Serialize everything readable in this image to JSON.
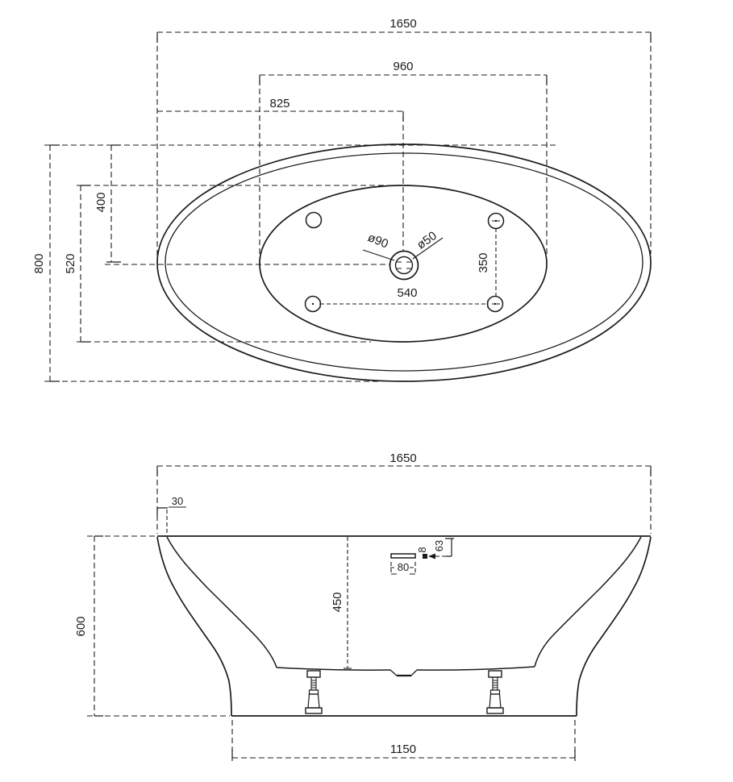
{
  "drawing": {
    "type": "bathtub technical dimension drawing",
    "colors": {
      "line": "#1b1b1b",
      "background": "#ffffff"
    }
  },
  "top_view": {
    "dims": {
      "overall_length": "1650",
      "basin_length": "960",
      "drain_from_left": "825",
      "overall_width": "800",
      "basin_width": "520",
      "drain_from_edge": "400",
      "holes_spacing_vertical": "350",
      "holes_spacing_horizontal": "540",
      "drain_outer_diameter": "ø90",
      "drain_waste_diameter": "ø50"
    }
  },
  "front_view": {
    "dims": {
      "overall_length": "1650",
      "rim_wall_offset": "30",
      "overall_height": "600",
      "inner_depth": "450",
      "overflow_width": "80",
      "overflow_height": "8",
      "overflow_from_rim": "63",
      "base_length": "1150"
    }
  }
}
